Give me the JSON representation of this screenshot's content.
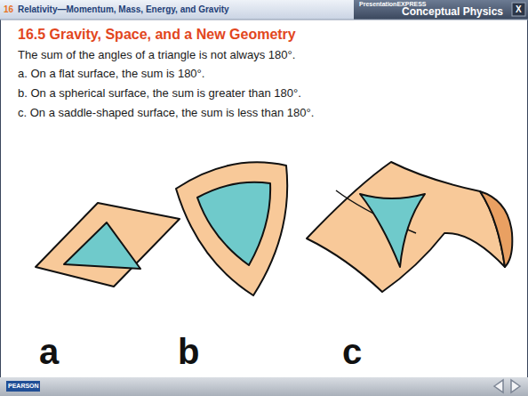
{
  "diagram": {
    "title": "16.5 Gravity, Space, and a New Geometry",
    "labels": [
      "16",
      "Relativity—Momentum, Mass, Energy, and Gravity",
      "PresentationEXPRESS",
      "Conceptual Physics",
      "X",
      "The sum of the angles of a triangle is not always 180°.",
      "a. On a flat surface, the sum is 180°.",
      "b. On a spherical surface, the sum is greater than 180°.",
      "c. On a saddle-shaped surface, the sum is less than 180°.",
      "a",
      "b",
      "c",
      "PEARSON"
    ]
  }
}
